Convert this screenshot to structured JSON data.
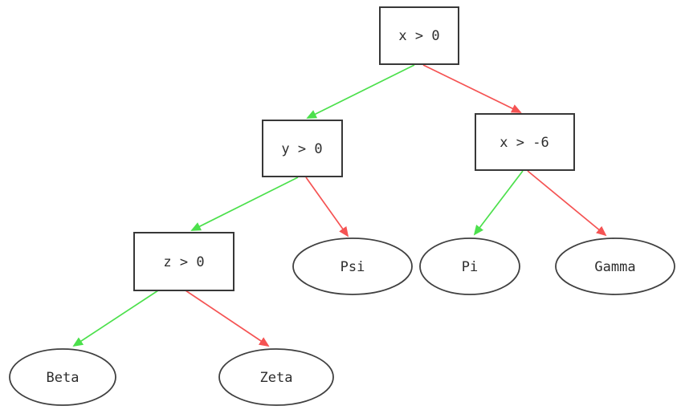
{
  "diagram": {
    "type": "decision-tree",
    "colors": {
      "true_edge": "#4ce04c",
      "false_edge": "#f55353",
      "node_border": "#383838",
      "text": "#2d2d2d",
      "background": "#ffffff"
    },
    "nodes": {
      "root": {
        "label": "x > 0",
        "kind": "decision"
      },
      "y_gt_0": {
        "label": "y > 0",
        "kind": "decision"
      },
      "x_gt_neg6": {
        "label": "x > -6",
        "kind": "decision"
      },
      "z_gt_0": {
        "label": "z > 0",
        "kind": "decision"
      },
      "psi": {
        "label": "Psi",
        "kind": "leaf"
      },
      "pi": {
        "label": "Pi",
        "kind": "leaf"
      },
      "gamma": {
        "label": "Gamma",
        "kind": "leaf"
      },
      "beta": {
        "label": "Beta",
        "kind": "leaf"
      },
      "zeta": {
        "label": "Zeta",
        "kind": "leaf"
      }
    },
    "edges": [
      {
        "from": "root",
        "to": "y_gt_0",
        "branch": "true"
      },
      {
        "from": "root",
        "to": "x_gt_neg6",
        "branch": "false"
      },
      {
        "from": "y_gt_0",
        "to": "z_gt_0",
        "branch": "true"
      },
      {
        "from": "y_gt_0",
        "to": "psi",
        "branch": "false"
      },
      {
        "from": "x_gt_neg6",
        "to": "pi",
        "branch": "true"
      },
      {
        "from": "x_gt_neg6",
        "to": "gamma",
        "branch": "false"
      },
      {
        "from": "z_gt_0",
        "to": "beta",
        "branch": "true"
      },
      {
        "from": "z_gt_0",
        "to": "zeta",
        "branch": "false"
      }
    ]
  }
}
